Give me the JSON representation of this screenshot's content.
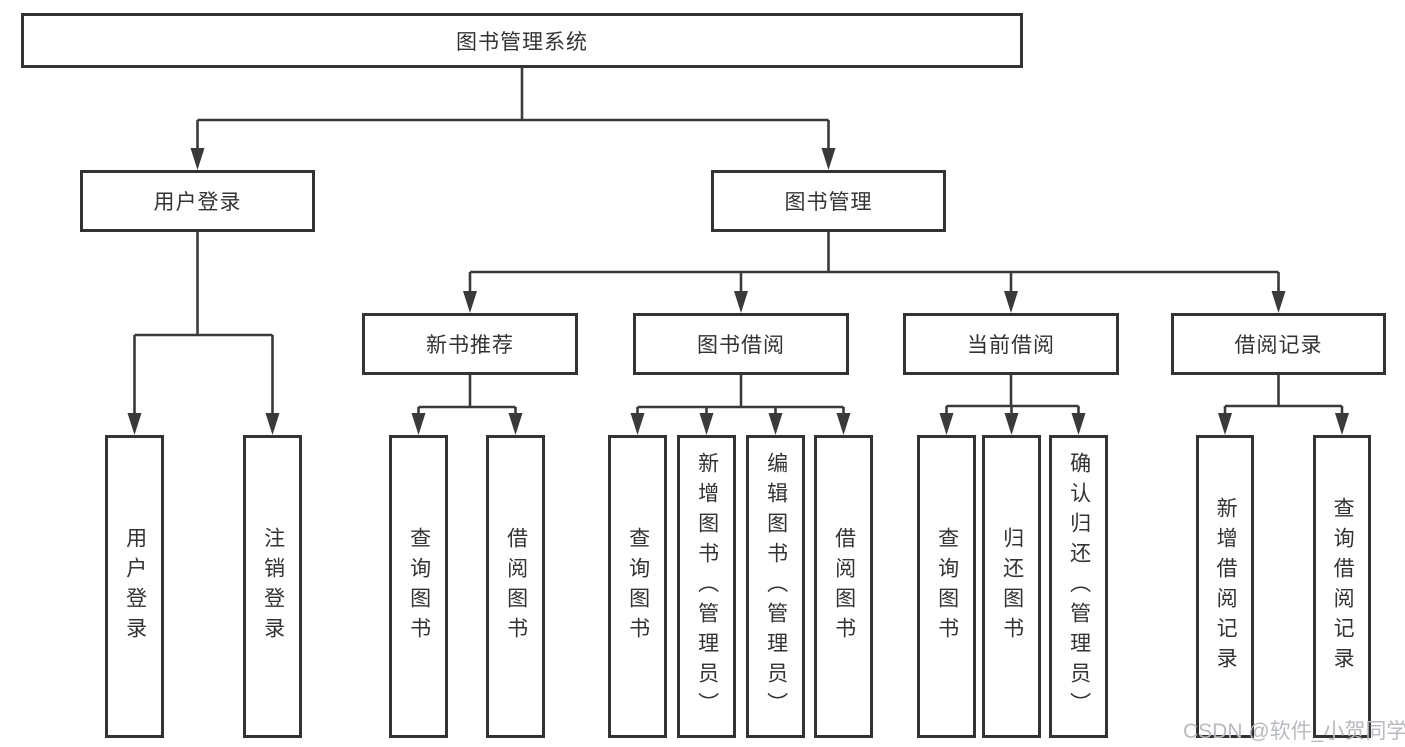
{
  "diagram_type": "tree-structure-diagram",
  "tree": {
    "root": {
      "label": "图书管理系统"
    },
    "children": [
      {
        "label": "用户登录",
        "children": [
          {
            "label": "用户登录"
          },
          {
            "label": "注销登录"
          }
        ]
      },
      {
        "label": "图书管理",
        "children": [
          {
            "label": "新书推荐",
            "children": [
              {
                "label": "查询图书"
              },
              {
                "label": "借阅图书"
              }
            ]
          },
          {
            "label": "图书借阅",
            "children": [
              {
                "label": "查询图书"
              },
              {
                "label": "新增图书（管理员）"
              },
              {
                "label": "编辑图书（管理员）"
              },
              {
                "label": "借阅图书"
              }
            ]
          },
          {
            "label": "当前借阅",
            "children": [
              {
                "label": "查询图书"
              },
              {
                "label": "归还图书"
              },
              {
                "label": "确认归还（管理员）"
              }
            ]
          },
          {
            "label": "借阅记录",
            "children": [
              {
                "label": "新增借阅记录"
              },
              {
                "label": "查询借阅记录"
              }
            ]
          }
        ]
      }
    ]
  },
  "watermark": {
    "text": "CSDN @软件_小贺同学"
  },
  "colors": {
    "background": "#ffffff",
    "box_border": "#333333",
    "box_fill": "#ffffff",
    "text": "#333333",
    "connector_line": "#3a3a3a",
    "watermark_text": "#b7bbbf"
  }
}
